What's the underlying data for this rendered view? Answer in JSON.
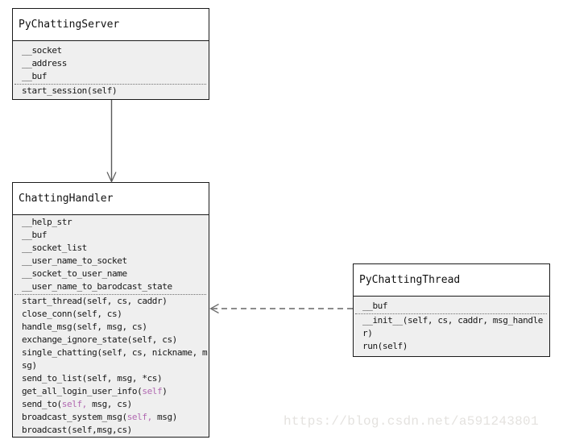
{
  "colors": {
    "box_body_fill": "#efefef",
    "box_header_fill": "#ffffff",
    "box_border": "#1b1b1b",
    "text": "#161616",
    "self_param_highlight": "#b168b1",
    "solid_arrow": "#5a5a5a",
    "dashed_arrow": "#8c8c8c",
    "watermark": "#e4e2df"
  },
  "classes": {
    "server": {
      "name": "PyChattingServer",
      "attributes": [
        "__socket",
        "__address",
        "__buf"
      ],
      "methods": [
        {
          "text": "start_session(self)"
        }
      ]
    },
    "handler": {
      "name": "ChattingHandler",
      "attributes": [
        "__help_str",
        "__buf",
        "__socket_list",
        "__user_name_to_socket",
        "__socket_to_user_name",
        "__user_name_to_barodcast_state"
      ],
      "methods": [
        {
          "text": "start_thread(self, cs, caddr)"
        },
        {
          "text": "close_conn(self, cs)"
        },
        {
          "text": "handle_msg(self, msg, cs)"
        },
        {
          "text": "exchange_ignore_state(self, cs)"
        },
        {
          "text": "single_chatting(self, cs, nickname, msg)"
        },
        {
          "text": "send_to_list(self, msg, *cs)"
        },
        {
          "pre": "get_all_login_user_info(",
          "hl": "self",
          "post": ")"
        },
        {
          "pre": "send_to(",
          "hl": "self,",
          "post": " msg, cs)"
        },
        {
          "pre": "broadcast_system_msg(",
          "hl": "self,",
          "post": " msg)"
        },
        {
          "text": "broadcast(self,msg,cs)"
        }
      ]
    },
    "thread": {
      "name": "PyChattingThread",
      "attributes": [
        "__buf"
      ],
      "methods": [
        {
          "text": "__init__(self, cs, caddr, msg_handler)"
        },
        {
          "text": "run(self)"
        }
      ]
    }
  },
  "relationships": [
    {
      "from": "PyChattingServer",
      "to": "ChattingHandler",
      "style": "solid",
      "head": "open-arrow"
    },
    {
      "from": "PyChattingThread",
      "to": "ChattingHandler",
      "style": "dashed",
      "head": "open-arrow"
    }
  ],
  "watermark": {
    "text": "https://blog.csdn.net/a591243801"
  }
}
